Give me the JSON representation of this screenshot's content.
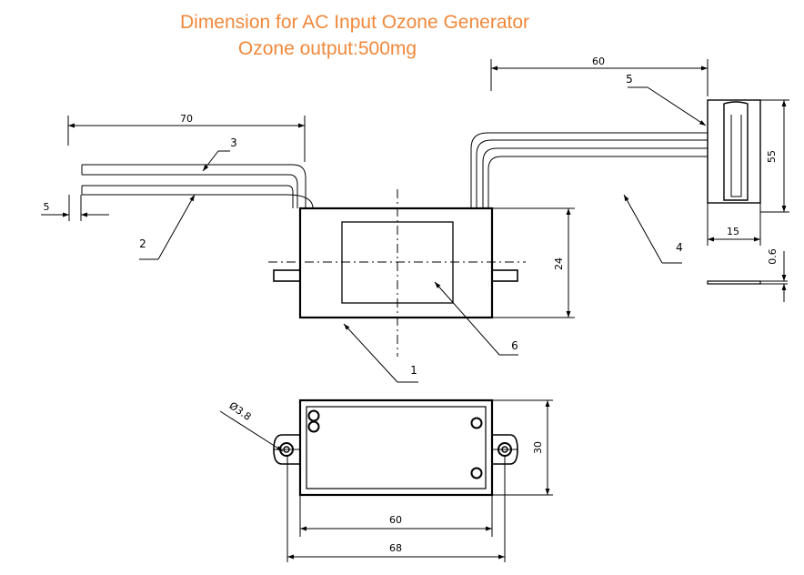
{
  "title": "Dimension for AC Input Ozone Generator",
  "subtitle": "Ozone output:500mg",
  "colors": {
    "title": "#f0883a",
    "line": "#000000"
  },
  "dimensions": {
    "wire_length": "70",
    "wire_spacing": "5",
    "electrode_lead": "60",
    "electrode_height": "55",
    "electrode_width": "15",
    "electrode_thickness": "0.6",
    "body_height": "24",
    "hole_diameter": "Ø3.8",
    "base_height": "30",
    "base_length": "60",
    "base_overall": "68"
  },
  "part_labels": {
    "p1": "1",
    "p2": "2",
    "p3": "3",
    "p4": "4",
    "p5": "5",
    "p6": "6"
  }
}
